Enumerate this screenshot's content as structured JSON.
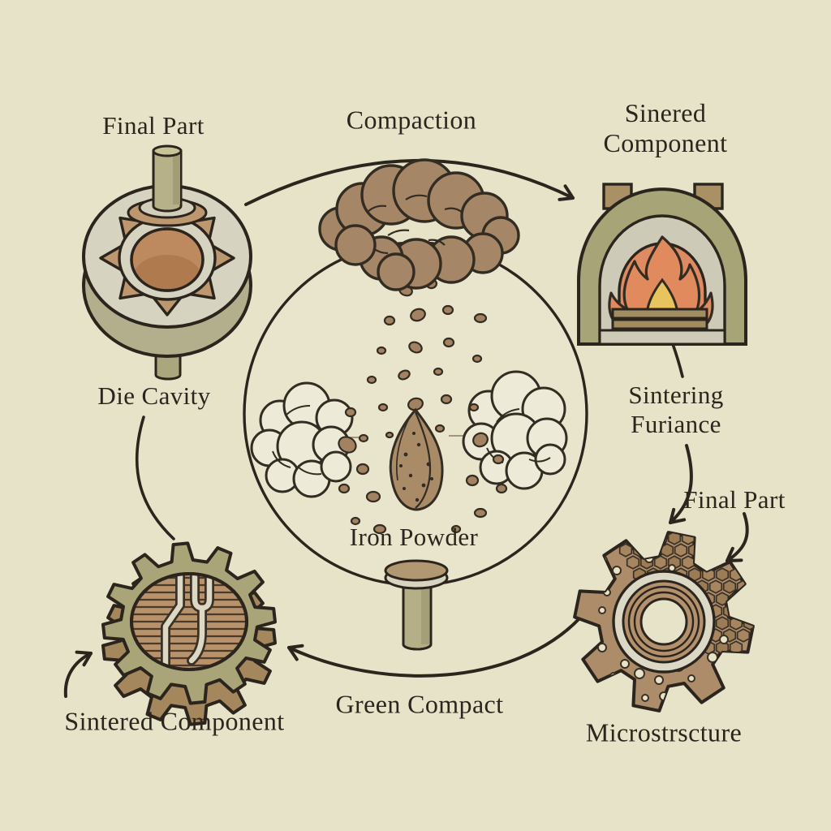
{
  "labels": {
    "final_part_top": "Final Part",
    "compaction": "Compaction",
    "sintered_component_top": "Sinered Component",
    "die_cavity": "Die Cavity",
    "sintering_furnace": "Sintering Furiance",
    "final_part_right": "Final Part",
    "iron_powder": "Iron Powder",
    "green_compact": "Green Compact",
    "sintered_component_bottom": "Sintered Component",
    "microstructure": "Microstrscture"
  },
  "illustrations": {
    "die_cavity": "die-with-gear-cavity-and-punch-icon",
    "powder_cloud": "powder-cloud-icon",
    "iron_powder_circle": "falling-iron-powder-particles-icon",
    "sintering_furnace": "arched-furnace-with-flame-icon",
    "green_compact": "cylindrical-compact-punch-icon",
    "sintered_component": "three-dimensional-gear-icon",
    "microstructure": "gear-with-grain-structure-and-pores-icon"
  },
  "connections": [
    {
      "from": "die_cavity",
      "to": "sintering_furnace",
      "label": "Compaction",
      "style": "arc-arrow"
    },
    {
      "from": "die_cavity",
      "to": "sintered_component_bottom",
      "label": "",
      "style": "curve"
    },
    {
      "from": "sintering_furnace_illustration",
      "to": "sintering_furnace_label",
      "label": "",
      "style": "short-line"
    },
    {
      "from": "sintering_furnace_label",
      "to": "microstructure",
      "label": "",
      "style": "curve-arrow"
    },
    {
      "from": "final_part_right",
      "to": "microstructure",
      "label": "",
      "style": "curve-arrow"
    },
    {
      "from": "microstructure",
      "to": "sintered_component_bottom",
      "label": "Green Compact",
      "style": "arc-arrow"
    },
    {
      "from": "lower_left",
      "to": "sintered_component_bottom",
      "label": "",
      "style": "curve-arrow"
    }
  ],
  "colors": {
    "background": "#e7e3c9",
    "ink": "#2b251d",
    "olive": "#a9a578",
    "brown": "#ab8a64",
    "tan": "#bf9770",
    "cream": "#d7d3c1",
    "powder_brown": "#a58767",
    "flame_orange": "#dd8a62",
    "flame_yellow": "#e8c45e"
  }
}
